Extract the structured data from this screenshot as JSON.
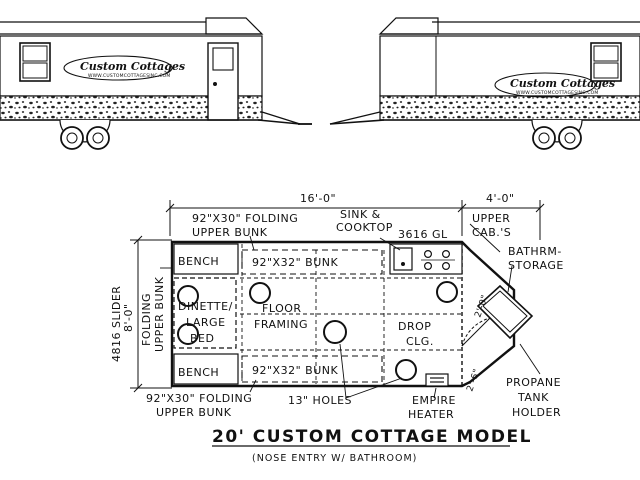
{
  "elevations": {
    "logo_text": "Custom Cottages",
    "logo_url": "WWW.CUSTOMCOTTAGESINC.COM"
  },
  "dimensions": {
    "main_length": "16'-0\"",
    "nose_length": "4'-0\"",
    "width_side": "8'-0\"",
    "nose_angle_1": "2'-0\"",
    "nose_angle_2": "2'-6\""
  },
  "labels": {
    "folding_bunk_top": [
      "92\"X30\" FOLDING",
      "UPPER BUNK"
    ],
    "sink_cooktop": [
      "SINK &",
      "COOKTOP"
    ],
    "window_3616": "3616 GL",
    "upper_cabs": [
      "UPPER",
      "CAB.'S"
    ],
    "bath_storage": [
      "BATHRM-",
      "STORAGE"
    ],
    "bench_top": "BENCH",
    "bunk_top": "92\"X32\" BUNK",
    "dinette": [
      "DINETTE/",
      "LARGE",
      "BED"
    ],
    "floor_framing": [
      "FLOOR",
      "FRAMING"
    ],
    "drop_clg": [
      "DROP",
      "CLG."
    ],
    "bench_bottom": "BENCH",
    "bunk_bottom": "92\"X32\" BUNK",
    "slider": "4816 SLIDER",
    "folding_upper_side": [
      "FOLDING",
      "UPPER BUNK"
    ],
    "folding_bunk_bottom": [
      "92\"X30\" FOLDING",
      "UPPER BUNK"
    ],
    "holes": "13\" HOLES",
    "heater": [
      "EMPIRE",
      "HEATER"
    ],
    "propane": [
      "PROPANE",
      "TANK",
      "HOLDER"
    ]
  },
  "title": "20' CUSTOM COTTAGE MODEL",
  "subtitle": "(NOSE ENTRY W/ BATHROOM)"
}
